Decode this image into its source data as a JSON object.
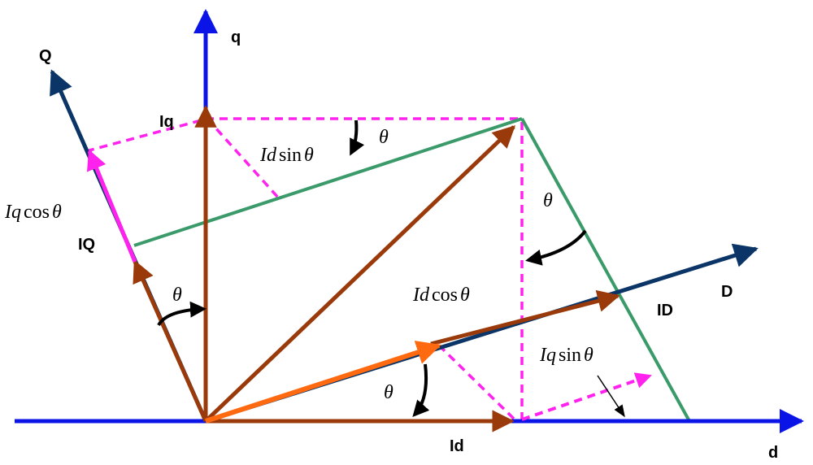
{
  "axes": {
    "d": "d",
    "q": "q",
    "D": "D",
    "Q": "Q"
  },
  "vectors": {
    "Id": "Id",
    "Iq": "Iq",
    "ID": "ID",
    "IQ": "IQ"
  },
  "annotations": {
    "theta": "θ",
    "id_sin_theta": {
      "coef": "Id",
      "fn": "sin",
      "var": "θ"
    },
    "id_cos_theta": {
      "coef": "Id",
      "fn": "cos",
      "var": "θ"
    },
    "iq_cos_theta": {
      "coef": "Iq",
      "fn": "cos",
      "var": "θ"
    },
    "iq_sin_theta": {
      "coef": "Iq",
      "fn": "sin",
      "var": "θ"
    }
  },
  "colors": {
    "dq_axis": "#0a14e6",
    "DQ_axis": "#0b3566",
    "current_vector": "#9a3a0a",
    "projection": "#ff22ee",
    "construction_line": "#3a9a6a",
    "ID_vector": "#ff6a10",
    "angle_arrow": "#000000"
  }
}
